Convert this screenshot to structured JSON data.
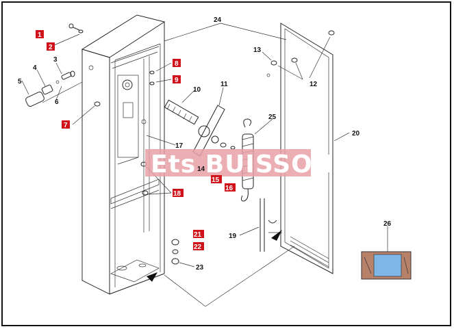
{
  "watermark": "Ets BUISSON",
  "colors": {
    "badge": "#d0121b",
    "watermark_bg": "#e8a0a6",
    "seal_blue": "#7fb6e6",
    "seal_brown": "#b8826a"
  },
  "labels": {
    "p1": "1",
    "p2": "2",
    "p3": "3",
    "p4": "4",
    "p5": "5",
    "p6": "6",
    "p7": "7",
    "p8": "8",
    "p9": "9",
    "p10": "10",
    "p11": "11",
    "p12": "12",
    "p13": "13",
    "p14": "14",
    "p15": "15",
    "p16": "16",
    "p17": "17",
    "p18": "18",
    "p19": "19",
    "p20": "20",
    "p21": "21",
    "p22": "22",
    "p23": "23",
    "p24": "24",
    "p25": "25",
    "p26": "26"
  }
}
